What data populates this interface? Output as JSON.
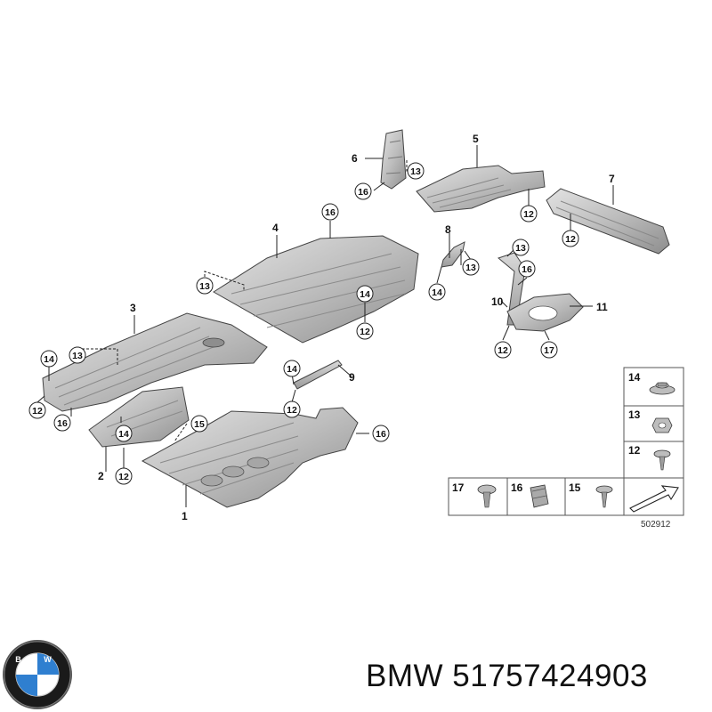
{
  "brand_caption": "BMW 51757424903",
  "logo_text": "BMW",
  "drawing_ref": "502912",
  "parts": [
    {
      "id": "1",
      "label": "1"
    },
    {
      "id": "2",
      "label": "2"
    },
    {
      "id": "3",
      "label": "3"
    },
    {
      "id": "4",
      "label": "4"
    },
    {
      "id": "5",
      "label": "5"
    },
    {
      "id": "6",
      "label": "6"
    },
    {
      "id": "7",
      "label": "7"
    },
    {
      "id": "8",
      "label": "8"
    },
    {
      "id": "9",
      "label": "9"
    },
    {
      "id": "10",
      "label": "10"
    },
    {
      "id": "11",
      "label": "11"
    }
  ],
  "fasteners": {
    "f12": "12",
    "f13": "13",
    "f14": "14",
    "f15": "15",
    "f16": "16",
    "f17": "17"
  },
  "colors": {
    "panel": "#c9c9c9",
    "panel_dark": "#9e9e9e",
    "line": "#222222",
    "table_border": "#555555"
  }
}
